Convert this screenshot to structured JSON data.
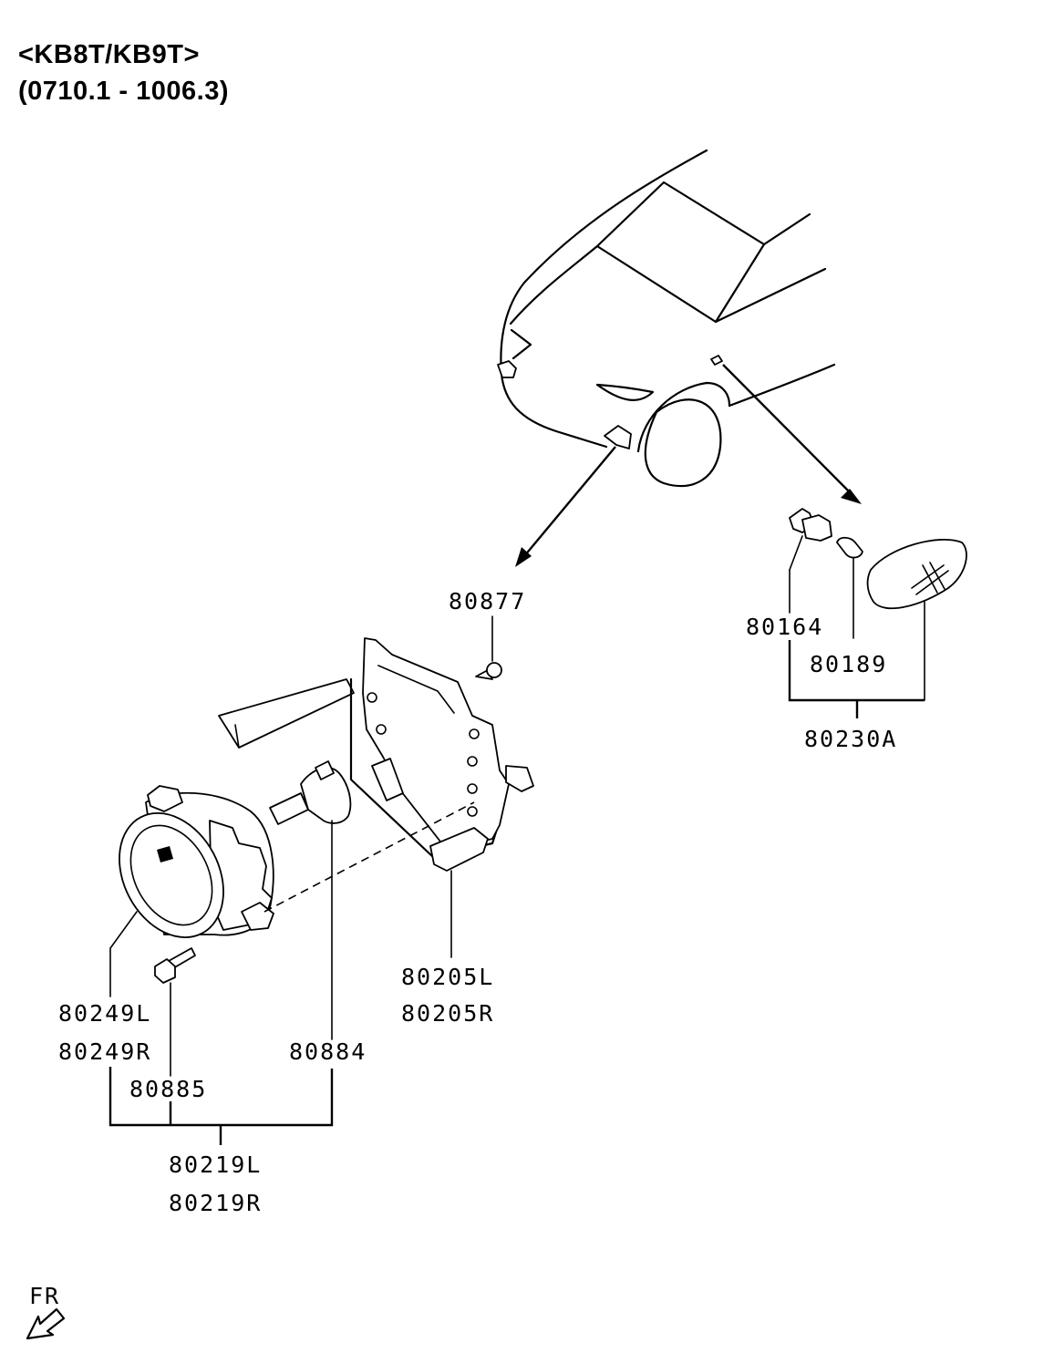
{
  "header": {
    "model": "<KB8T/KB9T>",
    "period": "(0710.1 - 1006.3)"
  },
  "parts": {
    "p80877": "80877",
    "p80164": "80164",
    "p80189": "80189",
    "p80230A": "80230A",
    "p80205L": "80205L",
    "p80205R": "80205R",
    "p80249L": "80249L",
    "p80249R": "80249R",
    "p80884": "80884",
    "p80885": "80885",
    "p80219L": "80219L",
    "p80219R": "80219R"
  },
  "orientation": {
    "label": "FR",
    "icon": "front-direction-arrow-icon"
  }
}
